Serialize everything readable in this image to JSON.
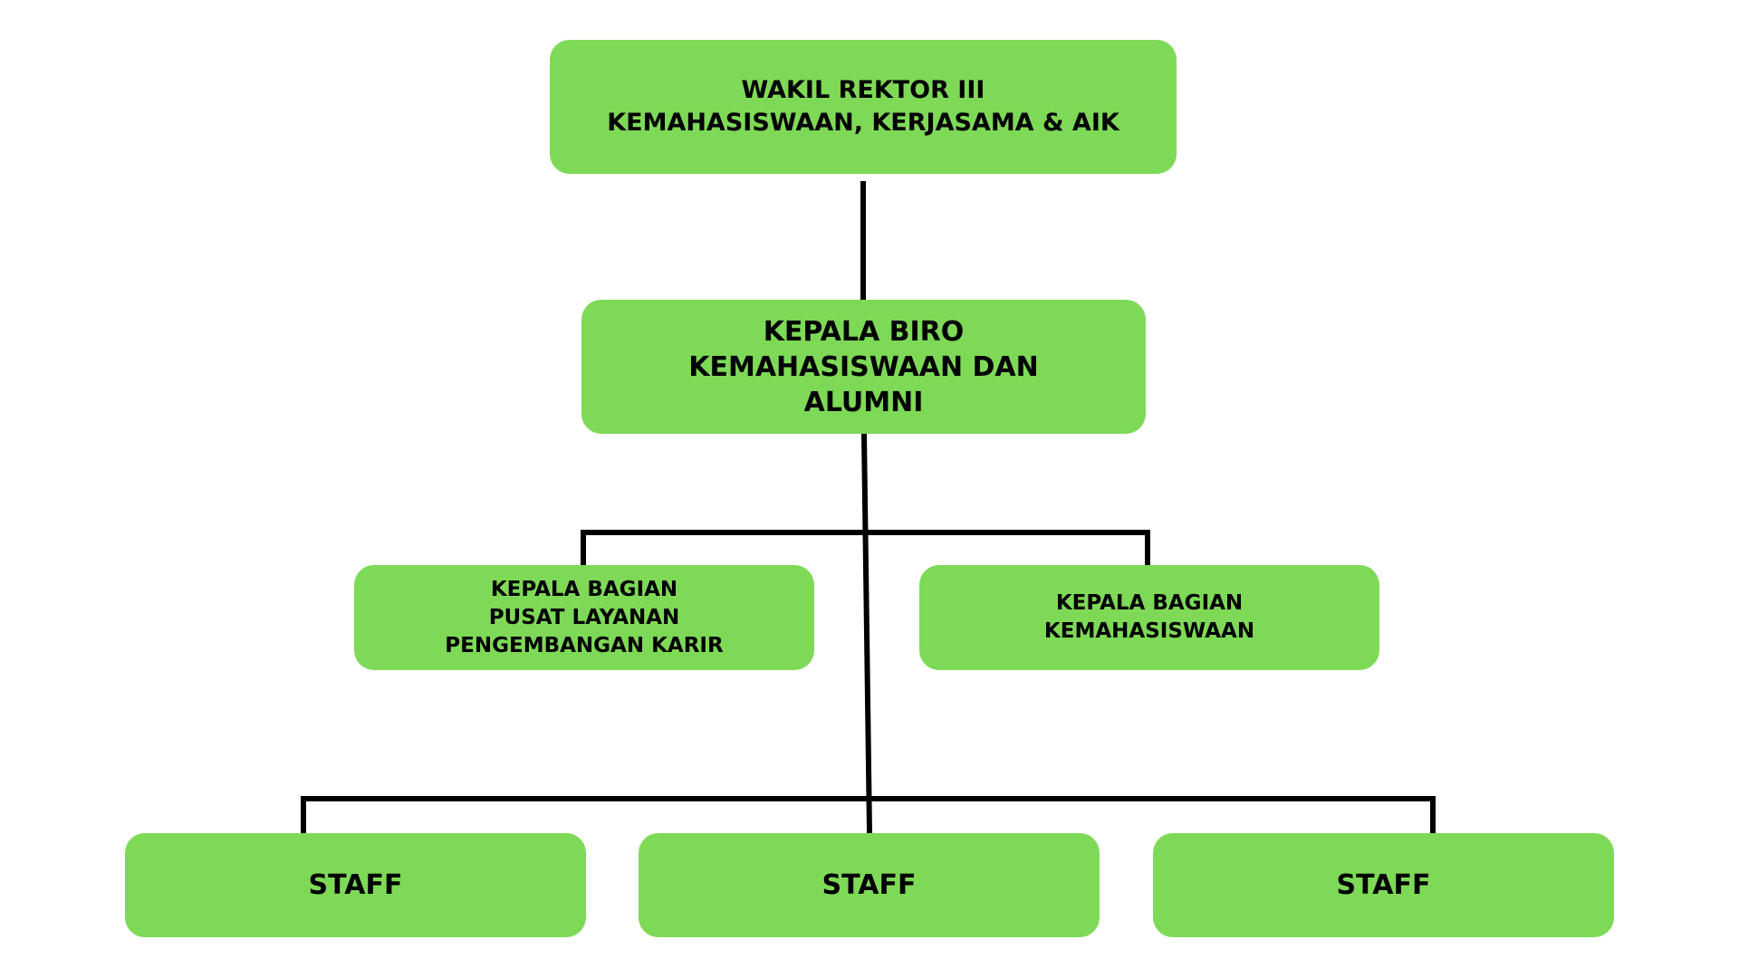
{
  "colors": {
    "box": "#7ed957",
    "line": "#000000",
    "text": "#000000"
  },
  "nodes": {
    "wakil_rektor": {
      "lines": [
        "WAKIL REKTOR III",
        "KEMAHASISWAAN, KERJASAMA & AIK"
      ]
    },
    "kepala_biro": {
      "lines": [
        "KEPALA BIRO",
        "KEMAHASISWAAN DAN",
        "ALUMNI"
      ]
    },
    "kabag_karir": {
      "lines": [
        "KEPALA BAGIAN",
        "PUSAT LAYANAN",
        "PENGEMBANGAN KARIR"
      ]
    },
    "kabag_kemahasiswaan": {
      "lines": [
        "KEPALA BAGIAN",
        "KEMAHASISWAAN"
      ]
    },
    "staff": [
      {
        "label": "STAFF"
      },
      {
        "label": "STAFF"
      },
      {
        "label": "STAFF"
      }
    ]
  }
}
